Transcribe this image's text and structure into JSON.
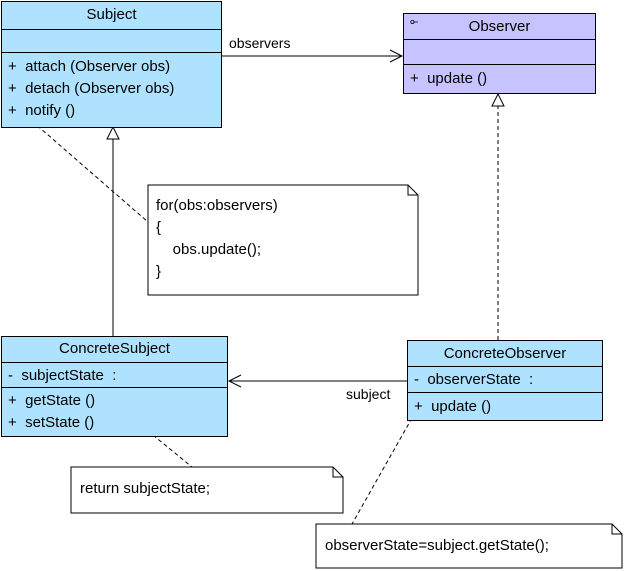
{
  "classes": {
    "subject": {
      "name": "Subject",
      "operations": [
        "+  attach (Observer obs)",
        "+  detach (Observer obs)",
        "+  notify ()"
      ]
    },
    "observer": {
      "name": "Observer",
      "operations": [
        "+  update ()"
      ]
    },
    "concrete_subject": {
      "name": "ConcreteSubject",
      "attributes": [
        "-  subjectState  :"
      ],
      "operations": [
        "+  getState ()",
        "+  setState ()"
      ]
    },
    "concrete_observer": {
      "name": "ConcreteObserver",
      "attributes": [
        "-  observerState  :"
      ],
      "operations": [
        "+  update ()"
      ]
    }
  },
  "relations": {
    "observers_label": "observers",
    "subject_label": "subject"
  },
  "notes": {
    "notify_note": [
      "for(obs:observers)",
      "{",
      "    obs.update();",
      "}"
    ],
    "getstate_note": [
      "return subjectState;"
    ],
    "update_note": [
      "observerState=subject.getState();"
    ]
  },
  "colors": {
    "class_fill": "#aee2ff",
    "interface_fill": "#c7c3ff",
    "line": "#000000",
    "note_fill": "#ffffff"
  }
}
